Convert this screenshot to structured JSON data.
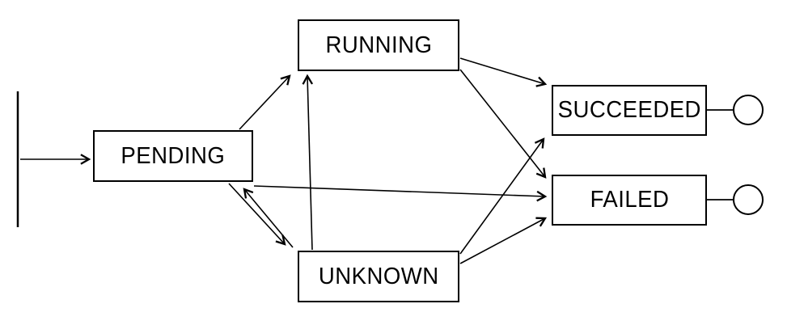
{
  "diagram": {
    "kind": "state-machine",
    "nodes": {
      "pending": {
        "label": "PENDING"
      },
      "running": {
        "label": "RUNNING"
      },
      "unknown": {
        "label": "UNKNOWN"
      },
      "succeeded": {
        "label": "SUCCEEDED"
      },
      "failed": {
        "label": "FAILED"
      }
    },
    "edges": [
      {
        "from": "start",
        "to": "pending"
      },
      {
        "from": "pending",
        "to": "running"
      },
      {
        "from": "pending",
        "to": "unknown"
      },
      {
        "from": "unknown",
        "to": "pending"
      },
      {
        "from": "unknown",
        "to": "running"
      },
      {
        "from": "pending",
        "to": "failed"
      },
      {
        "from": "running",
        "to": "succeeded"
      },
      {
        "from": "running",
        "to": "failed"
      },
      {
        "from": "unknown",
        "to": "succeeded"
      },
      {
        "from": "unknown",
        "to": "failed"
      },
      {
        "from": "succeeded",
        "to": "end"
      },
      {
        "from": "failed",
        "to": "end"
      }
    ],
    "terminals": {
      "start_marker": "initial-state-bar",
      "end_markers": [
        "succeeded-end-circle",
        "failed-end-circle"
      ]
    },
    "colors": {
      "stroke": "#000000",
      "node_fill": "#ffffff",
      "background": "#ffffff"
    }
  }
}
